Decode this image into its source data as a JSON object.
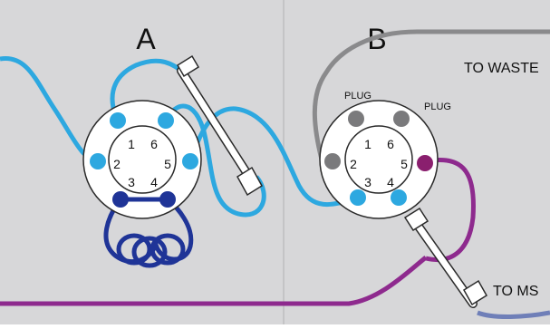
{
  "panels": {
    "a": {
      "label": "A"
    },
    "b": {
      "label": "B"
    }
  },
  "valve_a": {
    "ports": [
      "1",
      "2",
      "3",
      "4",
      "5",
      "6"
    ]
  },
  "valve_b": {
    "ports": [
      "1",
      "2",
      "3",
      "4",
      "5",
      "6"
    ],
    "plug_left": "PLUG",
    "plug_right": "PLUG"
  },
  "labels": {
    "to_waste": "TO WASTE",
    "to_ms": "TO MS"
  },
  "colors": {
    "panel_bg": "#d7d7d9",
    "panel_border": "#c4c4c6",
    "light_blue": "#2da8e0",
    "dark_blue": "#1f3497",
    "purple": "#8e2a8e",
    "gray_tube": "#8a8a8c",
    "port_gray": "#7a7a7c",
    "port_purple": "#8a1f6e"
  }
}
